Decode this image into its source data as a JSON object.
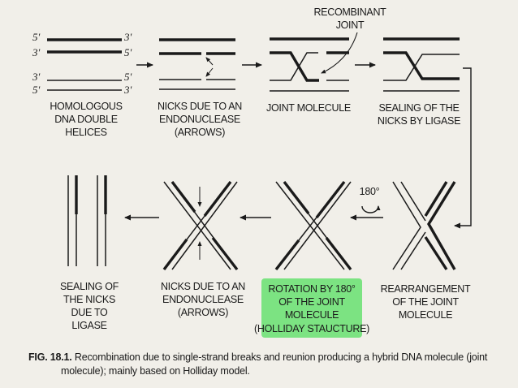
{
  "strand_labels": {
    "top_left_1": "5′",
    "top_left_2": "3′",
    "top_right_1": "3′",
    "top_right_2": "5′",
    "bot_left_1": "3′",
    "bot_left_2": "5′",
    "bot_right_1": "5′",
    "bot_right_2": "3′"
  },
  "labels": {
    "recombinant_joint": [
      "RECOMBINANT",
      "JOINT"
    ],
    "step1": [
      "HOMOLOGOUS",
      "DNA DOUBLE",
      "HELICES"
    ],
    "step2": [
      "NICKS DUE TO AN",
      "ENDONUCLEASE",
      "(ARROWS)"
    ],
    "step3": [
      "JOINT MOLECULE"
    ],
    "step4": [
      "SEALING OF THE",
      "NICKS BY LIGASE"
    ],
    "step5": [
      "REARRANGEMENT",
      "OF THE JOINT",
      "MOLECULE"
    ],
    "step6": [
      "ROTATION BY 180°",
      "OF THE JOINT",
      "MOLECULE",
      "(HOLLIDAY STAUCTURE)"
    ],
    "step7": [
      "NICKS DUE TO AN",
      "ENDONUCLEASE",
      "(ARROWS)"
    ],
    "step8": [
      "SEALING OF",
      "THE NICKS",
      "DUE TO",
      "LIGASE"
    ],
    "rotation": "180°"
  },
  "colors": {
    "highlight": "#67e070",
    "line": "#1a1a1a",
    "background": "#f1efe9"
  },
  "caption": {
    "fig": "FIG. 18.1.",
    "line1": "Recombination due to single-strand breaks and reunion producing a hybrid DNA molecule (joint",
    "line2": "molecule); mainly based on Holliday model."
  }
}
